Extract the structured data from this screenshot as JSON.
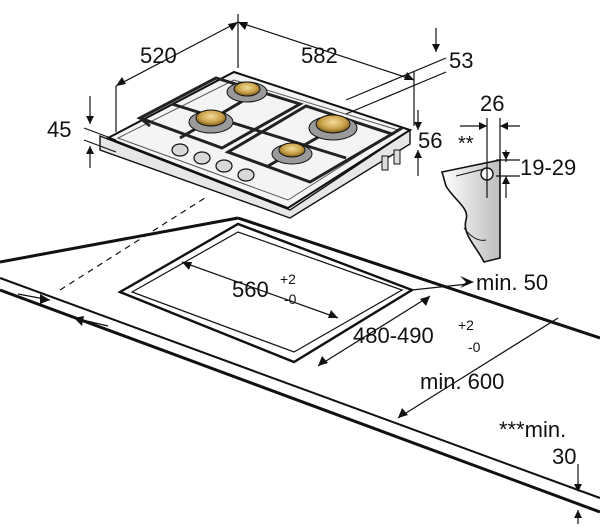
{
  "dimensions": {
    "hob_depth": "520",
    "hob_width": "582",
    "hob_height_right": "53",
    "hob_height_left": "45",
    "hob_offset": "56",
    "bracket_width": "26",
    "bracket_note": "**",
    "bracket_range": "19-29",
    "cutout_width": "560",
    "cutout_width_tol_plus": "+2",
    "cutout_width_tol_minus": "-0",
    "cutout_depth": "480-490",
    "cutout_depth_tol_plus": "+2",
    "cutout_depth_tol_minus": "-0",
    "min_50": "min. 50",
    "min_600": "min. 600",
    "min_30_label": "***min.",
    "min_30_value": "30"
  },
  "colors": {
    "line": "#111111",
    "burner_gold": "#c9a24a",
    "burner_ring": "#9a9a9a",
    "background": "#ffffff"
  }
}
